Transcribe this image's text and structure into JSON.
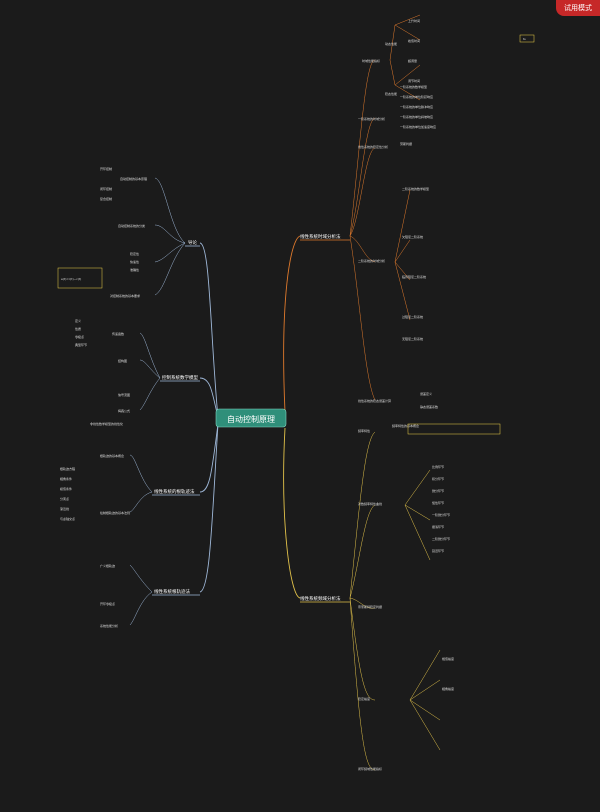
{
  "badge": {
    "title": "试用模式",
    "subtitle": ""
  },
  "colors": {
    "background": "#1b1b1b",
    "root": "#2f8f7a",
    "branch_orange": "#e07a2c",
    "branch_blue": "#9fb8d8",
    "branch_yellow": "#e2c24a",
    "text": "#dcdcdc",
    "highlight": "#f2d34a"
  },
  "root": {
    "label": "自动控制原理"
  },
  "branches": {
    "time_domain": {
      "label": "线性系统时域分析法"
    },
    "freq_domain": {
      "label": "线性系统频域分析法"
    },
    "intro": {
      "label": "导论"
    },
    "math_model": {
      "label": "控制系统数学模型"
    },
    "root_locus": {
      "label": "线性系统的根轨迹法"
    },
    "root_locus_alt": {
      "label": "线性系统根轨迹法"
    }
  },
  "time_domain": {
    "perf_index": "时域性能指标",
    "dynamic_perf": "动态性能",
    "rise_time": "上升时间",
    "peak_time": "峰值时间",
    "overshoot": "超调量",
    "settle_time": "调节时间",
    "steady_perf": "稳态性能",
    "tag_ts": "ts",
    "first_order": "一阶系统的时域分析",
    "first_order_items": [
      "一阶系统的数学模型",
      "一阶系统的单位阶跃响应",
      "一阶系统的单位脉冲响应",
      "一阶系统的单位斜坡响应",
      "一阶系统的单位加速度响应"
    ],
    "second_order": "二阶系统的时域分析",
    "second_order_items": [
      "二阶系统的数学模型",
      "欠阻尼二阶系统",
      "临界阻尼二阶系统",
      "过阻尼二阶系统",
      "无阻尼二阶系统"
    ],
    "stability": "线性系统的稳定性分析",
    "routh": "劳斯判据",
    "steady_error": "线性系统的稳态误差计算",
    "error_def": "误差定义",
    "error_const": "静态误差系数"
  },
  "freq_domain": {
    "freq_char": "频率特性",
    "freq_def": "频率特性的基本概念",
    "nyquist": "奈奎斯特稳定判据",
    "bode": "对数频率特性曲线",
    "stability_margin": "稳定裕度",
    "gain_margin": "幅值裕度",
    "phase_margin": "相角裕度",
    "closed_loop": "闭环频域性能指标",
    "items": [
      "比例环节",
      "积分环节",
      "微分环节",
      "惯性环节",
      "一阶微分环节",
      "振荡环节",
      "二阶微分环节",
      "延迟环节"
    ]
  },
  "intro": {
    "basic": "自动控制的基本原理",
    "open_loop": "开环控制",
    "closed_loop": "闭环控制",
    "compound": "复合控制",
    "classify": "自动控制系统的分类",
    "requirements": "对控制系统的基本要求",
    "req_items": [
      "稳定性",
      "快速性",
      "准确性"
    ],
    "formula": "e(t)=r(t)−c(t)"
  },
  "math_model": {
    "tf": "传递函数",
    "tf_items": [
      "定义",
      "性质",
      "零极点",
      "典型环节"
    ],
    "diagram": "结构图",
    "signal_flow": "信号流图",
    "mason": "梅森公式",
    "lin": "非线性数学模型的线性化"
  },
  "root_locus": {
    "concept": "根轨迹的基本概念",
    "rules": "绘制根轨迹的基本法则",
    "generalized": "广义根轨迹",
    "zero_pole": "开环零极点",
    "perf": "系统性能分析",
    "items": [
      "根轨迹方程",
      "相角条件",
      "模值条件",
      "分离点",
      "渐近线",
      "与虚轴交点"
    ]
  }
}
